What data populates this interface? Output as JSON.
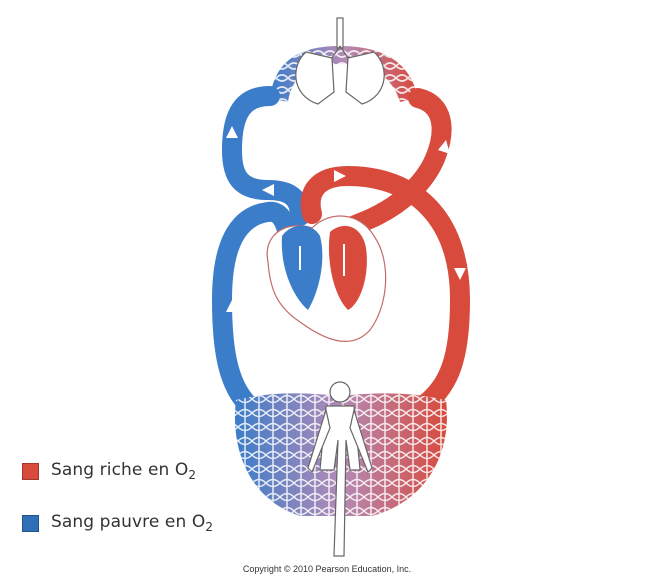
{
  "legend": {
    "oxygen_rich": {
      "prefix": "Sang riche en O",
      "subscript": "2",
      "color": "#d84a3c"
    },
    "oxygen_poor": {
      "prefix": "Sang pauvre en O",
      "subscript": "2",
      "color": "#2e6fb8"
    }
  },
  "copyright": "Copyright © 2010 Pearson Education, Inc.",
  "colors": {
    "red_vessel": "#d84a3c",
    "red_vessel_dark": "#b83228",
    "blue_vessel": "#3b7dc9",
    "blue_vessel_dark": "#2a5fa3",
    "capillary_mix": "#b48ab6",
    "organ_outline": "#666666",
    "heart_outline": "#c46a6a"
  },
  "icons": {
    "lungs": "lungs-icon",
    "heart": "heart-icon",
    "body": "human-figure-icon",
    "flow_arrow": "flow-arrow-icon"
  }
}
